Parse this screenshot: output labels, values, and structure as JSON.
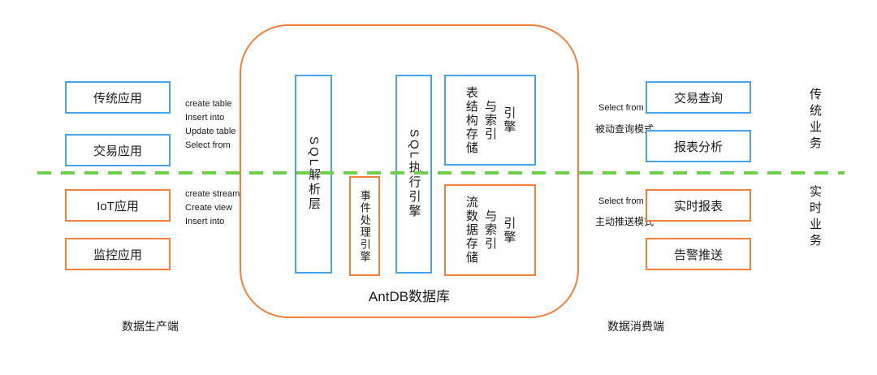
{
  "colors": {
    "blue": "#4aa3e8",
    "orange": "#f0813d",
    "green": "#70cf4a",
    "text": "#1a1a1a"
  },
  "producer": {
    "apps": {
      "traditional": "传统应用",
      "trading": "交易应用",
      "iot": "IoT应用",
      "monitor": "监控应用"
    },
    "sql_ops_top": "create table\nInsert into\nUpdate table\nSelect from",
    "sql_ops_bottom": "create stream\nCreate view\nInsert into",
    "footer": "数据生产端"
  },
  "database": {
    "title": "AntDB数据库",
    "sql_parser": "SQL解析层",
    "event_engine": "事件处理引擎",
    "sql_executor": "SQL执行引擎",
    "table_storage": "表结构存储\n与索引\n引擎",
    "stream_storage": "流数据存储\n与索引\n引擎"
  },
  "consumer": {
    "query_note_en": "Select from",
    "query_note_cn": "被动查询模式",
    "push_note_en": "Select from",
    "push_note_cn": "主动推送模式",
    "apps": {
      "trade_query": "交易查询",
      "report_analysis": "报表分析",
      "realtime_report": "实时报表",
      "alert_push": "告警推送"
    },
    "footer": "数据消费端"
  },
  "business": {
    "traditional": "传统业务",
    "realtime": "实时业务"
  }
}
